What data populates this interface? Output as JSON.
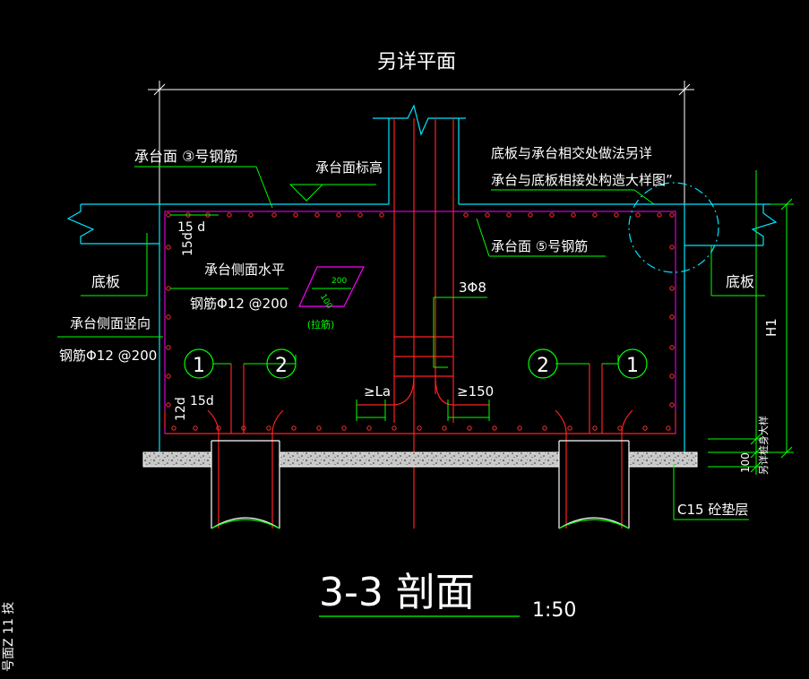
{
  "drawing": {
    "top_label": "另详平面",
    "left_callout": "承台面  ③号钢筋",
    "elev_label": "承台面标高",
    "note_line1": "底板与承台相交处做法另详",
    "note_line2": "承台与底板相接处构造大样图”",
    "right_callout": "承台面  ⑤号钢筋",
    "floor_left": "底板",
    "floor_right": "底板",
    "side_h_line1": "承台侧面水平",
    "side_h_line2": "钢筋Φ12 @200",
    "side_v_line1": "承台侧面竖向",
    "side_v_line2": "钢筋Φ12 @200",
    "hook_15d_top": "15 d",
    "hook_15d_top_v": "15d",
    "hook_15d_bot": "15d",
    "hook_12d": "12d",
    "stirrup_label": "3Φ8",
    "anchor_label": "≥La",
    "ge150_label": "≥150",
    "tie_dim_200": "200",
    "tie_dim_100": "100",
    "tie_note": "(拉筋)",
    "bubble_1_left": "1",
    "bubble_2_left": "2",
    "bubble_2_right": "2",
    "bubble_1_right": "1",
    "dim_h": "H1",
    "dim_100": "100",
    "dim_side_note": "另详桩身大样",
    "pad_label": "C15 砼垫层",
    "title": "3-3  剖面",
    "scale": "1:50",
    "left_edge_fragment": "号面Z 11 技"
  }
}
